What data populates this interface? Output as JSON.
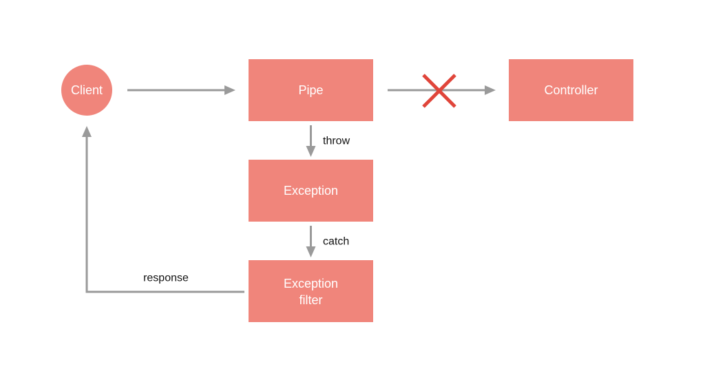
{
  "colors": {
    "node_fill": "#f0857b",
    "edge": "#9a9a9a",
    "cross": "#e0453a",
    "node_text": "#ffffff",
    "edge_text": "#111111"
  },
  "nodes": {
    "client": {
      "label": "Client",
      "shape": "circle"
    },
    "pipe": {
      "label": "Pipe",
      "shape": "rect"
    },
    "controller": {
      "label": "Controller",
      "shape": "rect"
    },
    "exception": {
      "label": "Exception",
      "shape": "rect"
    },
    "exception_filter": {
      "label_line1": "Exception",
      "label_line2": "filter",
      "shape": "rect"
    }
  },
  "edges": {
    "throw": {
      "label": "throw",
      "from": "pipe",
      "to": "exception"
    },
    "catch": {
      "label": "catch",
      "from": "exception",
      "to": "exception_filter"
    },
    "response": {
      "label": "response",
      "from": "exception_filter",
      "to": "client"
    },
    "client_to_pipe": {
      "from": "client",
      "to": "pipe"
    },
    "pipe_to_controller": {
      "from": "pipe",
      "to": "controller",
      "blocked": true,
      "blocked_icon": "cross-icon"
    }
  }
}
